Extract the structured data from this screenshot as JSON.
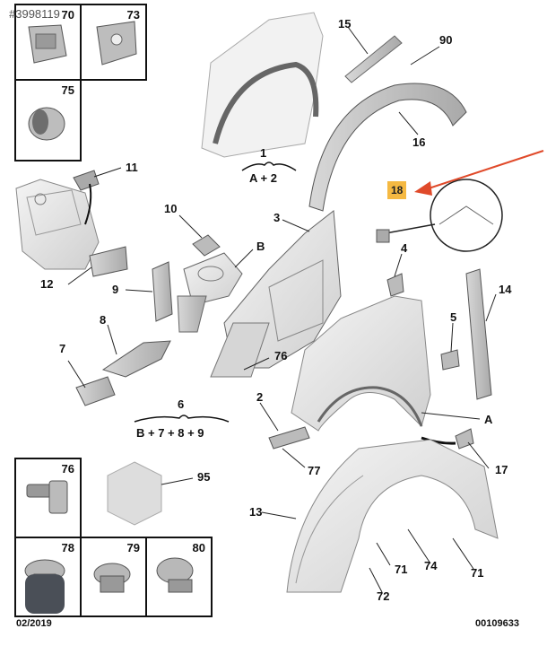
{
  "watermark": "#3998119",
  "date_code": "02/2019",
  "ref_code": "00109633",
  "callouts": {
    "n1": "1",
    "n2": "2",
    "n3": "3",
    "n4": "4",
    "n5": "5",
    "n6": "6",
    "n7": "7",
    "n8": "8",
    "n9": "9",
    "n10": "10",
    "n11": "11",
    "n12": "12",
    "n13": "13",
    "n14": "14",
    "n15": "15",
    "n16": "16",
    "n17": "17",
    "n18": "18",
    "n70": "70",
    "n71a": "71",
    "n71b": "71",
    "n72": "72",
    "n73": "73",
    "n74": "74",
    "n75": "75",
    "n76a": "76",
    "n76b": "76",
    "n77": "77",
    "n78": "78",
    "n79": "79",
    "n80": "80",
    "n90": "90",
    "n95": "95",
    "nA": "A",
    "nB": "B"
  },
  "formulas": {
    "f1": "A + 2",
    "f6": "B + 7 + 8 + 9"
  },
  "colors": {
    "highlight": "#f5b942",
    "arrow": "#e04a2a"
  }
}
